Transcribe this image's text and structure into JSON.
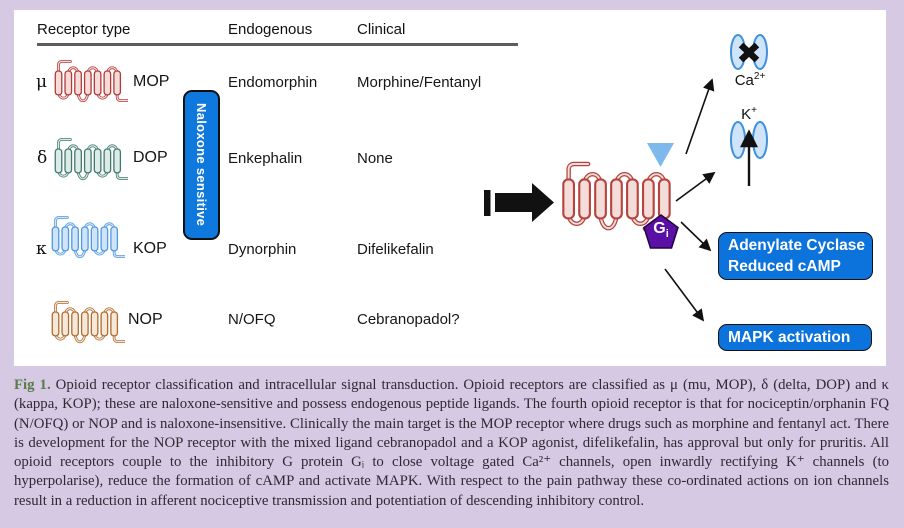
{
  "figure": {
    "table": {
      "headers": {
        "receptor_type": "Receptor type",
        "endogenous": "Endogenous",
        "clinical": "Clinical"
      },
      "rows": [
        {
          "greek": "μ",
          "name": "MOP",
          "endogenous": "Endomorphin",
          "clinical": "Morphine/Fentanyl",
          "stroke": "#b23b38",
          "fill": "#f5dcda"
        },
        {
          "greek": "δ",
          "name": "DOP",
          "endogenous": "Enkephalin",
          "clinical": "None",
          "stroke": "#41796f",
          "fill": "#dcebe6"
        },
        {
          "greek": "κ",
          "name": "KOP",
          "endogenous": "Dynorphin",
          "clinical": "Difelikefalin",
          "stroke": "#4f99e3",
          "fill": "#cfe4f8"
        },
        {
          "greek": "",
          "name": "NOP",
          "endogenous": "N/OFQ",
          "clinical": "Cebranopadol?",
          "stroke": "#b06b2e",
          "fill": "#f6e8d8"
        }
      ]
    },
    "naloxone_box": {
      "label": "Naloxone sensitive",
      "color": "#0f78dd"
    },
    "receptor": {
      "stroke": "#b5443f",
      "fill": "#f3dcda"
    },
    "g_protein": {
      "main": "G",
      "sub": "i",
      "color": "#5a10a4"
    },
    "agonist_triangle_color": "#7db9ec",
    "channels": {
      "stroke": "#4090dd",
      "fill": "#cfe4f8",
      "ca": {
        "base": "Ca",
        "sup": "2+"
      },
      "k": {
        "base": "K",
        "sup": "+"
      }
    },
    "effect_boxes": {
      "color": "#0d73dc",
      "adenylate": {
        "line1": "Adenylate Cyclase",
        "line2": "Reduced cAMP"
      },
      "mapk": {
        "line1": "MAPK activation"
      }
    }
  },
  "caption": {
    "label": "Fig 1.",
    "label_color": "#567d46",
    "text": "Opioid receptor classification and intracellular signal transduction. Opioid receptors are classified as μ (mu, MOP), δ (delta, DOP) and κ (kappa, KOP); these are naloxone-sensitive and possess endogenous peptide ligands. The fourth opioid receptor is that for nociceptin/orphanin FQ (N/OFQ) or NOP and is naloxone-insensitive. Clinically the main target is the MOP receptor where drugs such as morphine and fentanyl act. There is development for the NOP receptor with the mixed ligand cebranopadol and a KOP agonist, difelikefalin, has approval but only for pruritis. All opioid receptors couple to the inhibitory G protein Gᵢ to close voltage gated Ca²⁺ channels, open inwardly rectifying K⁺ channels (to hyperpolarise), reduce the formation of cAMP and activate MAPK. With respect to the pain pathway these co-ordinated actions on ion channels result in a reduction in afferent nociceptive transmission and potentiation of descending inhibitory control."
  }
}
